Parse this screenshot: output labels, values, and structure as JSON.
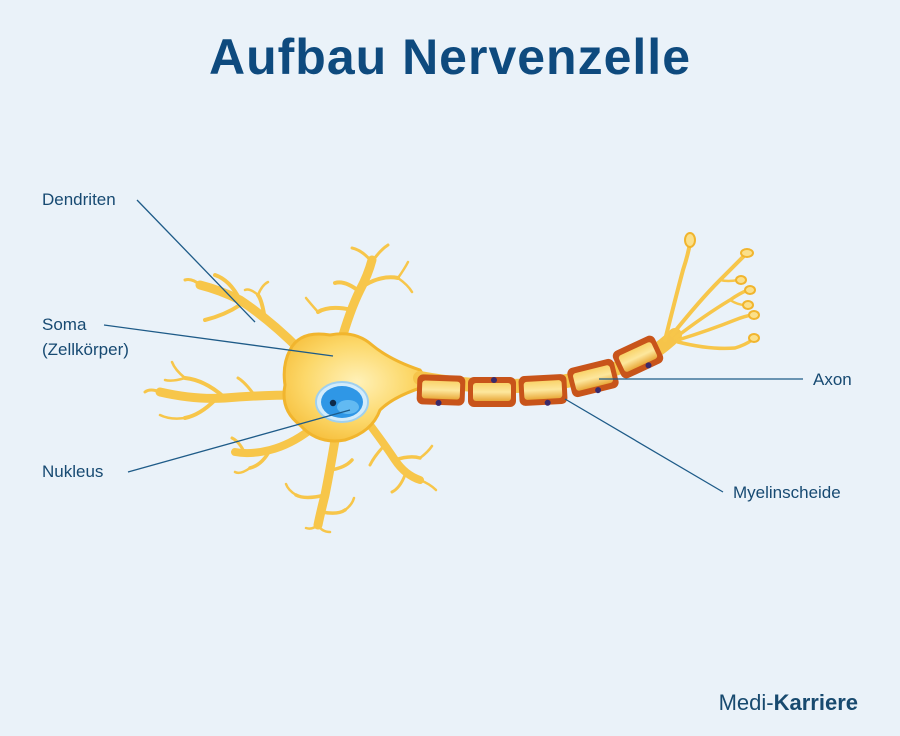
{
  "title": "Aufbau Nervenzelle",
  "labels": {
    "dendriten": "Dendriten",
    "soma": "Soma",
    "soma_sub": "(Zellkörper)",
    "nukleus": "Nukleus",
    "axon": "Axon",
    "myelin": "Myelinscheide"
  },
  "logo": {
    "part1": "Medi-",
    "part2": "Karriere"
  },
  "colors": {
    "background": "#eaf2f9",
    "title": "#0e4a7e",
    "label": "#174a72",
    "leader": "#1e5b88",
    "cell": "#fdd56a",
    "cell_outline": "#f1b52e",
    "nucleus": "#2f97e6",
    "myelin_outer": "#c8541a",
    "myelin_inner": "#f4b93c"
  }
}
